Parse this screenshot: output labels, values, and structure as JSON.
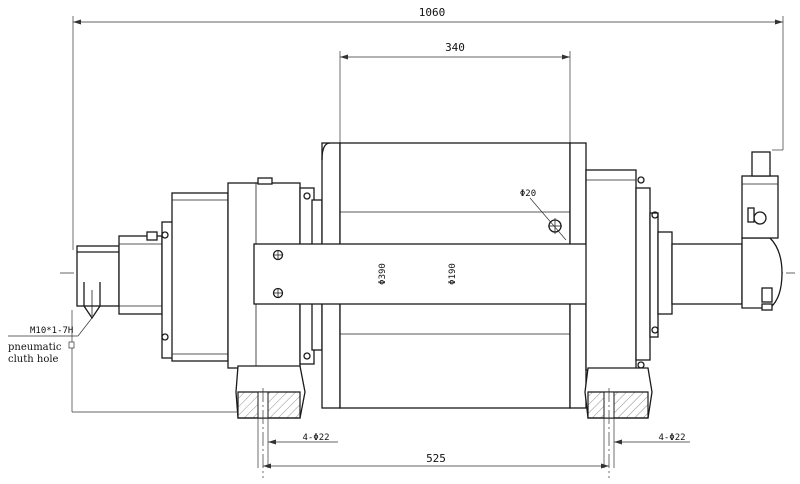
{
  "dimensions": {
    "overall_length": "1060",
    "drum_width": "340",
    "bolt_spacing": "525",
    "drum_flange_dia": "Φ390",
    "drum_core_dia": "Φ190",
    "hole_dia": "Φ20",
    "left_mount_holes": "4-Φ22",
    "right_mount_holes": "4-Φ22"
  },
  "annotations": {
    "thread_spec": "M10*1-7H",
    "note_line1": "pneumatic",
    "note_line2": "cluth hole"
  }
}
